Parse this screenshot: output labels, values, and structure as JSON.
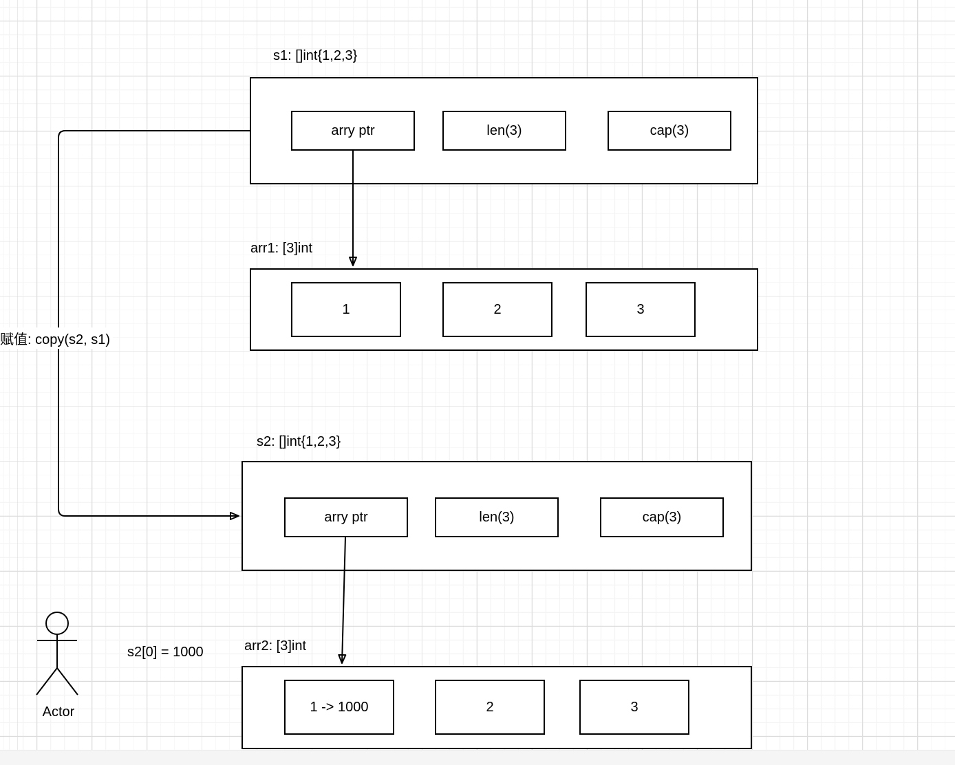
{
  "canvas": {
    "background_color": "#ffffff",
    "grid_minor_color": "#f4f4f4",
    "grid_major_color": "#dcdcdc",
    "stroke_color": "#000000",
    "bottom_strip_color": "#f5f5f5"
  },
  "nodes": {
    "s1": {
      "label": "s1: []int{1,2,3}",
      "cells": [
        "arry ptr",
        "len(3)",
        "cap(3)"
      ]
    },
    "arr1": {
      "label": "arr1: [3]int",
      "cells": [
        "1",
        "2",
        "3"
      ]
    },
    "s2": {
      "label": "s2: []int{1,2,3}",
      "cells": [
        "arry ptr",
        "len(3)",
        "cap(3)"
      ]
    },
    "arr2": {
      "label": "arr2: [3]int",
      "cells": [
        "1 -> 1000",
        "2",
        "3"
      ]
    }
  },
  "annotations": {
    "copy_label": "赋值: copy(s2, s1)",
    "assignment_label": "s2[0] = 1000",
    "actor_label": "Actor"
  },
  "edges": [
    {
      "name": "s1-arry-ptr-to-arr1",
      "from": "s1.arry ptr",
      "to": "arr1",
      "style": "arrow"
    },
    {
      "name": "copy-s1-to-s2",
      "from": "s1",
      "to": "s2",
      "style": "arrow",
      "label": "赋值: copy(s2, s1)"
    },
    {
      "name": "s2-arry-ptr-to-arr2",
      "from": "s2.arry ptr",
      "to": "arr2",
      "style": "arrow"
    }
  ]
}
